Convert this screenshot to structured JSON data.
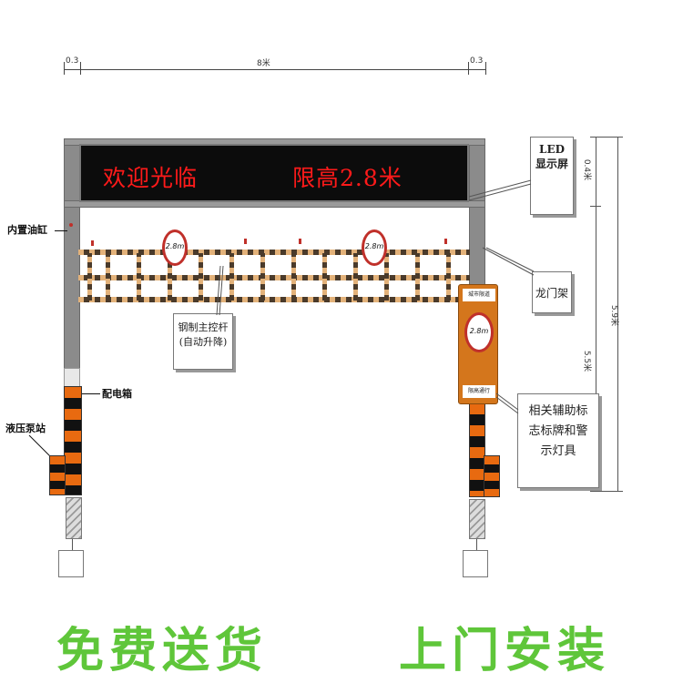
{
  "dimensions": {
    "top_left": "0.3",
    "top_middle": "8米",
    "top_right": "0.3",
    "right_top": "0.4米",
    "right_full": "5.9米",
    "right_lower": "5.5米"
  },
  "led_display": {
    "text_left": "欢迎光临",
    "text_right": "限高2.8米"
  },
  "callouts": {
    "led_label": "LED显示屏",
    "gantry_label": "龙门架",
    "rod_label": "钢制主控杆(自动升降)",
    "signs_label": "相关辅助标志标牌和警示灯具"
  },
  "left_labels": {
    "cylinder": "内置油缸",
    "power_box": "配电箱",
    "pump_station": "液压泵站"
  },
  "sign_panel": {
    "top_text": "城市限道",
    "limit_value": "2.8m",
    "bottom_text": "限高通行"
  },
  "height_signs": {
    "value": "2.8m"
  },
  "footer": {
    "left_slogan": "免费送货",
    "right_slogan": "上门安装"
  },
  "colors": {
    "led_text": "#ff1a1a",
    "orange": "#e86a10",
    "slogan_green": "#5fc63a"
  }
}
